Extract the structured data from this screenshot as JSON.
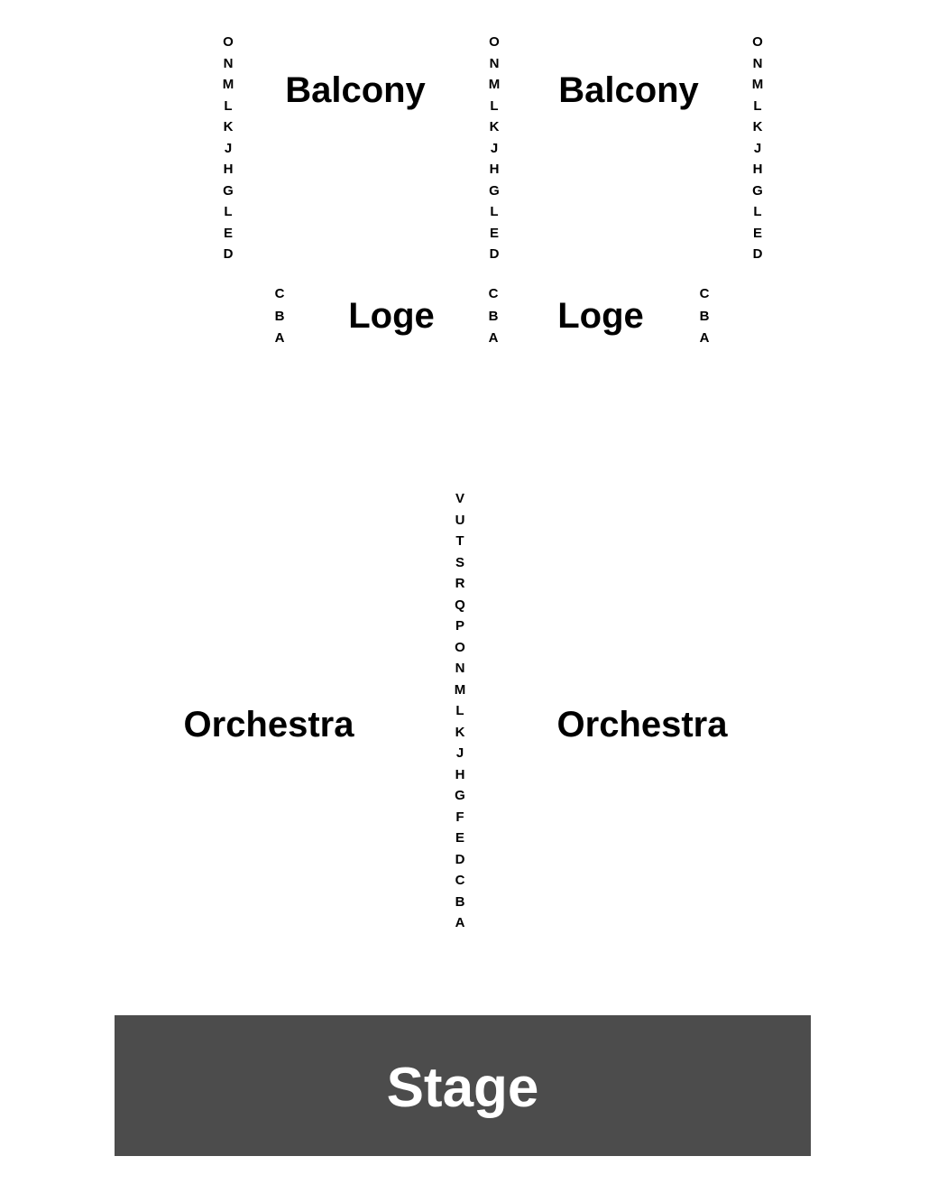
{
  "balcony": {
    "label_left": "Balcony",
    "label_right": "Balcony",
    "rows": [
      "O",
      "N",
      "M",
      "L",
      "K",
      "J",
      "H",
      "G",
      "L",
      "E",
      "D"
    ]
  },
  "loge": {
    "label_left": "Loge",
    "label_right": "Loge",
    "rows": [
      "C",
      "B",
      "A"
    ]
  },
  "orchestra": {
    "label_left": "Orchestra",
    "label_right": "Orchestra",
    "rows": [
      "V",
      "U",
      "T",
      "S",
      "R",
      "Q",
      "P",
      "O",
      "N",
      "M",
      "L",
      "K",
      "J",
      "H",
      "G",
      "F",
      "E",
      "D",
      "C",
      "B",
      "A"
    ]
  },
  "stage": {
    "label": "Stage",
    "color": "#4c4c4c"
  }
}
